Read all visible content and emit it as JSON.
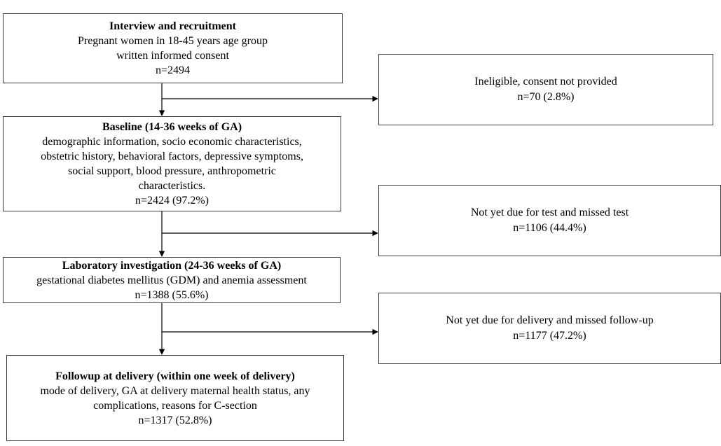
{
  "main_boxes": [
    {
      "title": "Interview  and  recruitment",
      "lines": [
        "Pregnant  women  in  18-45 years age group",
        "written  informed  consent"
      ],
      "count": "n=2494"
    },
    {
      "title": "Baseline (14-36 weeks of GA)",
      "lines": [
        "demographic  information,  socio economic  characteristics,",
        "obstetric history,  behavioral factors, depressive  symptoms,",
        "social support, blood pressure, anthropometric",
        "characteristics."
      ],
      "count": "n=2424 (97.2%)"
    },
    {
      "title": "Laboratory  investigation  (24-36 weeks of GA)",
      "lines": [
        "gestational  diabetes mellitus  (GDM)  and anemia  assessment"
      ],
      "count": "n=1388  (55.6%)"
    },
    {
      "title": "Followup  at delivery  (within  one week of delivery)",
      "lines": [
        "mode of delivery,  GA at delivery maternal health status, any",
        "complications,  reasons for C-section"
      ],
      "count": "n=1317  (52.8%)"
    }
  ],
  "exclusion_boxes": [
    {
      "label": "Ineligible,  consent  not provided",
      "count": "n=70  (2.8%)"
    },
    {
      "label": "Not yet due for test and missed test",
      "count": "n=1106  (44.4%)"
    },
    {
      "label": "Not yet due for delivery  and missed  follow-up",
      "count": "n=1177  (47.2%)"
    }
  ],
  "colors": {
    "line": "#000000",
    "box_border": "#3a3a3a",
    "background": "#ffffff"
  }
}
